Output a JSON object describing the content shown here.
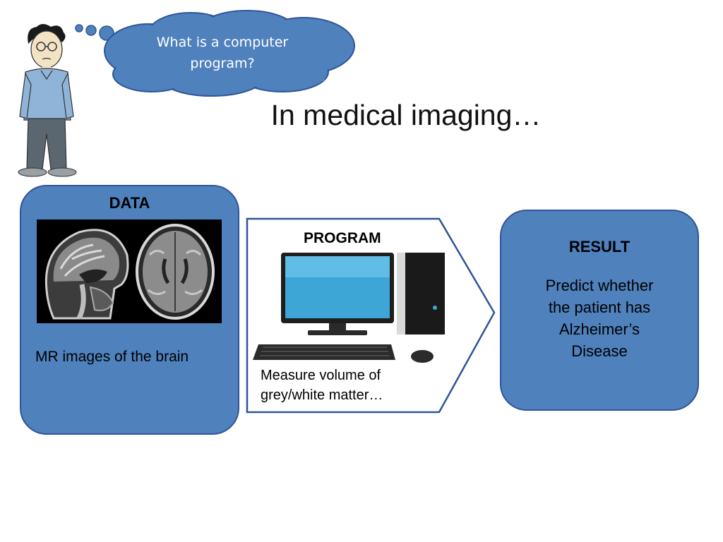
{
  "thought_bubble": {
    "text": "What is a computer program?"
  },
  "title": "In medical imaging…",
  "data_box": {
    "heading": "DATA",
    "caption": "MR images of the brain"
  },
  "program_box": {
    "heading": "PROGRAM",
    "caption_line1": "Measure volume of",
    "caption_line2": "grey/white matter…"
  },
  "result_box": {
    "heading": "RESULT",
    "line1": "Predict whether",
    "line2": "the patient has",
    "line3": "Alzheimer’s",
    "line4": "Disease"
  },
  "colors": {
    "box_fill": "#4f81bd",
    "box_border": "#2f5597",
    "arrow_border": "#2f5597"
  }
}
